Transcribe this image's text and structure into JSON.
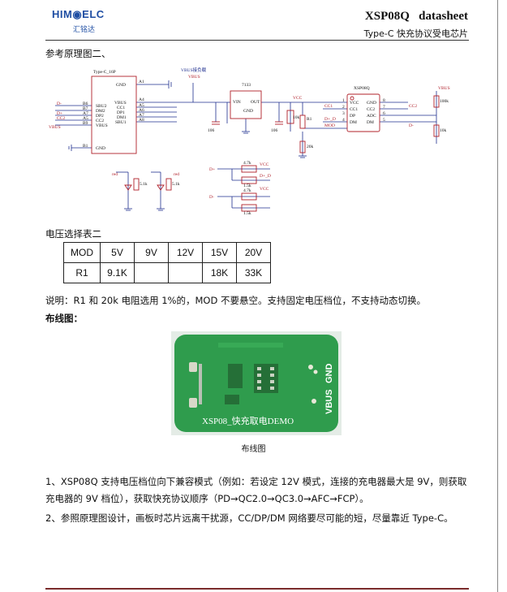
{
  "header": {
    "logo_text": "HIM◉ELC",
    "logo_sub": "汇铭达",
    "title": "XSP08Q   datasheet",
    "subtitle": "Type-C 快充协议受电芯片"
  },
  "schematic": {
    "heading": "参考原理图二、",
    "typec_label": "Type-C_16P",
    "typec_left_pins": [
      "B6",
      "B7",
      "A7",
      "A5",
      "B9",
      "B1"
    ],
    "typec_inner_left": [
      "SBU2",
      "DM2",
      "DP2",
      "CC2",
      "VBUS",
      "GND"
    ],
    "typec_inner_right": [
      "GND",
      "VBUS",
      "CC1",
      "DP1",
      "DM1",
      "SBU1"
    ],
    "typec_right_pins": [
      "A1",
      "A4",
      "A5",
      "A6",
      "A7",
      "A8"
    ],
    "left_nets": [
      "D-",
      "D+",
      "CC2",
      "VBUS"
    ],
    "vbus_load_label": "VBUS接负载",
    "vbus_label": "VBUS",
    "ldo_label": "7133",
    "ldo_pins": [
      "VIN",
      "GND",
      "OUT"
    ],
    "cap_labels": [
      "106",
      "106"
    ],
    "res_labels": [
      "10k",
      "R1",
      "20k",
      "100k",
      "10k",
      "5.1k",
      "5.1k",
      "4.7k",
      "1.5k",
      "4.7k",
      "1.5k"
    ],
    "ic_label": "XSP08Q",
    "ic_left_pins": [
      "VCC",
      "CC1",
      "DP",
      "DM"
    ],
    "ic_right_pins": [
      "GND",
      "CC2",
      "ADC",
      "DM"
    ],
    "ic_left_nums": [
      "1",
      "2",
      "3",
      "4"
    ],
    "ic_right_nums": [
      "8",
      "7",
      "6",
      "5"
    ],
    "nets": [
      "VCC",
      "CC1",
      "D+_D",
      "MOD",
      "CC2",
      "D-",
      "red",
      "VBUS"
    ]
  },
  "voltage_table": {
    "heading": "电压选择表二",
    "rows": [
      [
        "MOD",
        "5V",
        "9V",
        "12V",
        "15V",
        "20V"
      ],
      [
        "R1",
        "9.1K",
        "",
        "",
        "18K",
        "33K"
      ]
    ]
  },
  "note": "说明：R1 和 20k 电阻选用 1%的，MOD 不要悬空。支持固定电压档位，不支持动态切换。",
  "layout_heading": "布线图：",
  "pcb": {
    "silk_main": "XSP08_快充取电DEMO",
    "silk_gnd": "GND",
    "silk_vbus": "VBUS",
    "board_color": "#2f9c4d",
    "silk_color": "#ffffff"
  },
  "caption": "布线图",
  "paragraphs": [
    "1、XSP08Q 支持电压档位向下兼容模式（例如：若设定 12V 模式，连接的充电器最大是 9V，则获取充电器的 9V 档位），获取快充协议顺序（PD→QC2.0→QC3.0→AFC→FCP）。",
    "2、参照原理图设计，画板时芯片远离干扰源，CC/DP/DM 网络要尽可能的短，尽量靠近 Type-C。"
  ],
  "colors": {
    "wire": "#1f2f8f",
    "part": "#b0202a",
    "net_label": "#b0202a"
  }
}
